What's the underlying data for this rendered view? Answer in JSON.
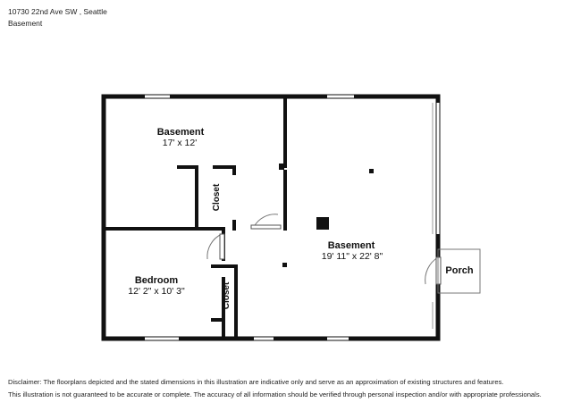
{
  "header": {
    "address": "10730 22nd Ave SW , Seattle",
    "level": "Basement"
  },
  "rooms": {
    "basement_small": {
      "name": "Basement",
      "dims": "17' x 12'"
    },
    "closet_upper": {
      "name": "Closet"
    },
    "basement_main": {
      "name": "Basement",
      "dims": "19' 11\" x 22' 8\""
    },
    "bedroom": {
      "name": "Bedroom",
      "dims": "12' 2\" x 10' 3\""
    },
    "closet_lower": {
      "name": "Closet"
    },
    "porch": {
      "name": "Porch"
    }
  },
  "disclaimer": {
    "line1": "Disclaimer: The floorplans depicted and the stated dimensions in this illustration are indicative only and serve as an approximation of existing structures and features.",
    "line2": "This illustration is not guaranteed to be accurate or complete. The accuracy of all information should be verified through personal inspection and/or with appropriate professionals."
  },
  "colors": {
    "wall": "#111111",
    "window": "#ffffff",
    "background": "#ffffff"
  }
}
